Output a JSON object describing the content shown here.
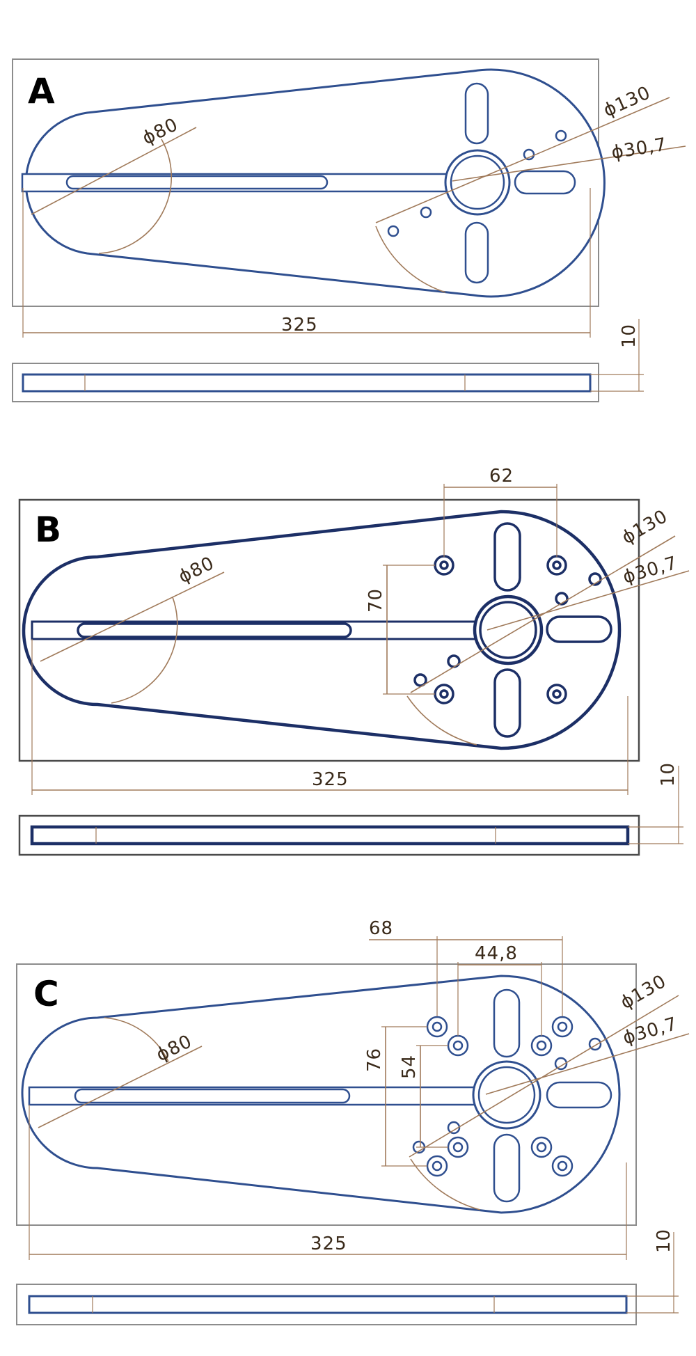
{
  "panels": [
    {
      "id": "A",
      "label": "A",
      "dims": {
        "overall": "325",
        "thickness": "10",
        "outer_dia": "ϕ130",
        "inner_dia": "ϕ30,7",
        "arc_dia": "ϕ80"
      }
    },
    {
      "id": "B",
      "label": "B",
      "dims": {
        "overall": "325",
        "thickness": "10",
        "outer_dia": "ϕ130",
        "inner_dia": "ϕ30,7",
        "arc_dia": "ϕ80",
        "hole_x": "62",
        "hole_y": "70"
      }
    },
    {
      "id": "C",
      "label": "C",
      "dims": {
        "overall": "325",
        "thickness": "10",
        "outer_dia": "ϕ130",
        "inner_dia": "ϕ30,7",
        "arc_dia": "ϕ80",
        "hole_x_outer": "68",
        "hole_x_inner": "44,8",
        "hole_y_outer": "76",
        "hole_y_inner": "54"
      }
    }
  ],
  "colors": {
    "outline": "#2f4f8f",
    "outline_bold": "#1c2f66",
    "dimension": "#a07a5a"
  }
}
